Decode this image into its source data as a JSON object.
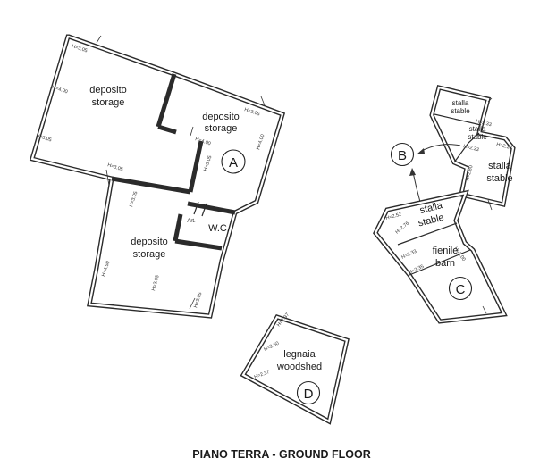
{
  "title": "PIANO TERRA - GROUND FLOOR",
  "building_a": {
    "label": "A",
    "room1": {
      "line1": "deposito",
      "line2": "storage"
    },
    "room2": {
      "line1": "deposito",
      "line2": "storage"
    },
    "room3": {
      "line1": "deposito",
      "line2": "storage"
    },
    "wc": "W.C.",
    "art": "Art.",
    "heights": [
      "H=3.05",
      "H=4.00",
      "H=3.05",
      "H=3.05",
      "H=3.05",
      "H=4.00",
      "H=4.00",
      "H=3.05",
      "H=3.05",
      "H=4.50",
      "H=3.05"
    ]
  },
  "building_b": {
    "label": "B",
    "stable1": {
      "line1": "stalla",
      "line2": "stable"
    },
    "stable2": {
      "line1": "stalla",
      "line2": "stable"
    },
    "stable3": {
      "line1": "stalla",
      "line2": "stable"
    },
    "heights": [
      "H=2.33",
      "H=2.33",
      "H=2.80",
      "H=2.33"
    ]
  },
  "building_c": {
    "label": "C",
    "stable": {
      "line1": "stalla",
      "line2": "stable"
    },
    "barn": {
      "line1": "fienile",
      "line2": "barn"
    },
    "heights": [
      "H=2.52",
      "H=2.76",
      "H=3.00",
      "H=2.33",
      "H=2.35"
    ]
  },
  "building_d": {
    "label": "D",
    "woodshed": {
      "line1": "legnaia",
      "line2": "woodshed"
    },
    "heights": [
      "H=2.37",
      "H=2.60",
      "H=2.37"
    ]
  }
}
